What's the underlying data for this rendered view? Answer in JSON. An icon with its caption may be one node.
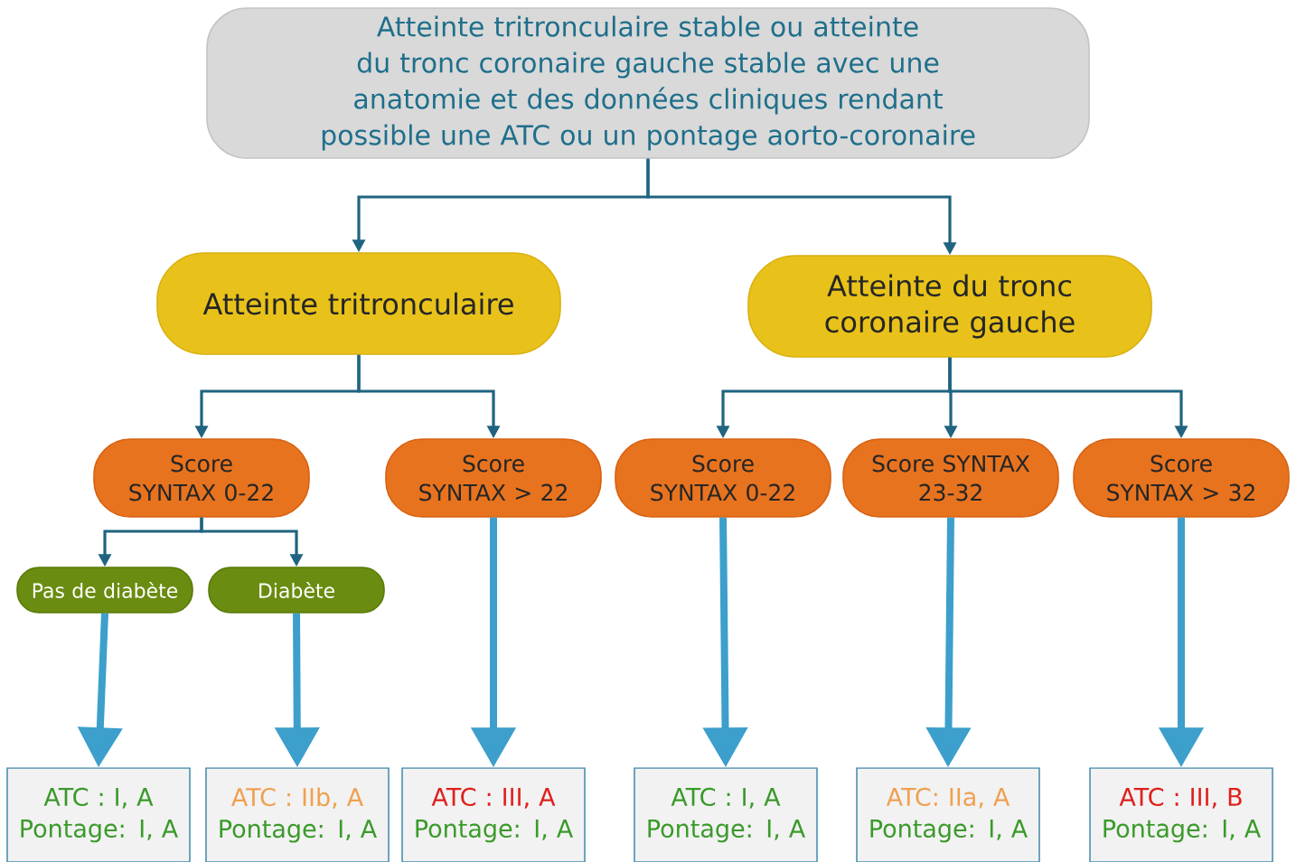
{
  "diagram": {
    "nodes": [
      {
        "text": [
          "Atteinte tritronculaire stable ou atteinte du tronc coronaire gauche stable avec une anatomie et des données cliniques rendant possible une ATC ou un pontage aorto-coronaire"
        ]
      },
      {
        "text": [
          "Atteinte tritronculaire"
        ]
      },
      {
        "text": [
          "Atteinte du tronc coronaire gauche"
        ]
      },
      {
        "text": [
          "Score SYNTAX 0-22"
        ]
      },
      {
        "text": [
          "Score SYNTAX > 22"
        ]
      },
      {
        "text": [
          "Score SYNTAX 0-22"
        ]
      },
      {
        "text": [
          "Score SYNTAX 23-32"
        ]
      },
      {
        "text": [
          "Score SYNTAX > 32"
        ]
      },
      {
        "text": [
          "Pas de diabète"
        ]
      },
      {
        "text": [
          "Diabète"
        ]
      },
      {
        "text": [
          "ATC : I, A",
          "Pontage: I, A"
        ]
      },
      {
        "text": [
          "ATC : IIb, A",
          "Pontage: I, A"
        ]
      },
      {
        "text": [
          "ATC : III, A",
          "Pontage: I, A"
        ]
      },
      {
        "text": [
          "ATC : I, A",
          "Pontage: I, A"
        ]
      },
      {
        "text": [
          "ATC: IIa, A",
          "Pontage: I, A"
        ]
      },
      {
        "text": [
          "ATC : III, B",
          "Pontage: I, A"
        ]
      }
    ],
    "edges": [
      {
        "from": 0,
        "to": 1,
        "arrow": "to"
      },
      {
        "from": 0,
        "to": 2,
        "arrow": "to"
      },
      {
        "from": 1,
        "to": 3,
        "arrow": "to"
      },
      {
        "from": 1,
        "to": 4,
        "arrow": "to"
      },
      {
        "from": 2,
        "to": 5,
        "arrow": "to"
      },
      {
        "from": 2,
        "to": 6,
        "arrow": "to"
      },
      {
        "from": 2,
        "to": 7,
        "arrow": "to"
      },
      {
        "from": 3,
        "to": 8,
        "arrow": "to"
      },
      {
        "from": 3,
        "to": 9,
        "arrow": "to"
      },
      {
        "from": 8,
        "to": 10,
        "arrow": "to",
        "style": "thick",
        "color": "#3d9fcb"
      },
      {
        "from": 9,
        "to": 11,
        "arrow": "to",
        "style": "thick",
        "color": "#3d9fcb"
      },
      {
        "from": 4,
        "to": 12,
        "arrow": "to",
        "style": "thick",
        "color": "#3d9fcb"
      },
      {
        "from": 5,
        "to": 13,
        "arrow": "to",
        "style": "thick",
        "color": "#3d9fcb"
      },
      {
        "from": 6,
        "to": 14,
        "arrow": "to",
        "style": "thick",
        "color": "#3d9fcb"
      },
      {
        "from": 7,
        "to": 15,
        "arrow": "to",
        "style": "thick",
        "color": "#3d9fcb"
      }
    ]
  }
}
